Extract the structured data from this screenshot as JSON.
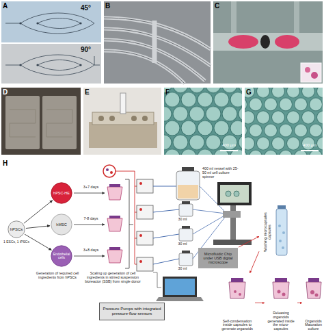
{
  "diagram": {
    "nodes": [
      {
        "text": [
          "hPSCs"
        ]
      },
      {
        "text": [
          "hPSC-HE"
        ]
      },
      {
        "text": [
          "hMSC"
        ]
      },
      {
        "text": [
          "Endothelial cells"
        ]
      },
      {
        "text": [
          "Microfluidic Chip under USB digital microscope"
        ]
      },
      {
        "text": [
          "Washing microcapsules capsules"
        ]
      },
      {
        "text": [
          "Self-condensation inside capsules to generate organoids"
        ]
      },
      {
        "text": [
          "Releasing organoids generated inside the micro-capsules"
        ]
      },
      {
        "text": [
          "Organoids Maturation culture"
        ]
      },
      {
        "text": [
          "Pressure Pumps with integrated pressure-flow sensors"
        ]
      }
    ],
    "edges": [
      {
        "from": 0,
        "to": 1,
        "arrow": "to"
      },
      {
        "from": 0,
        "to": 2,
        "arrow": "to"
      },
      {
        "from": 0,
        "to": 3,
        "arrow": "to"
      },
      {
        "from": 4,
        "to": 5,
        "arrow": "to"
      },
      {
        "from": 5,
        "to": 6,
        "arrow": "to"
      },
      {
        "from": 6,
        "to": 7,
        "arrow": "to"
      },
      {
        "from": 7,
        "to": 8,
        "arrow": "to"
      }
    ],
    "labels": [
      "A",
      "B",
      "C",
      "D",
      "E",
      "F",
      "G",
      "H",
      "45°",
      "90°",
      "400 µm",
      "400 µm",
      "1 ESCs, 1 iPSCs",
      "3+7 days",
      "7-8 days",
      "3+8 days",
      "Generation of required cell ingredients from hPSCs",
      "Scaling up generation of cell ingredients in stirred suspension bioreactor (SSB) from single donor",
      "400 ml vessel with 25-50 ml cell culture spinner",
      "30 ml",
      "30 ml",
      "30 ml"
    ]
  }
}
